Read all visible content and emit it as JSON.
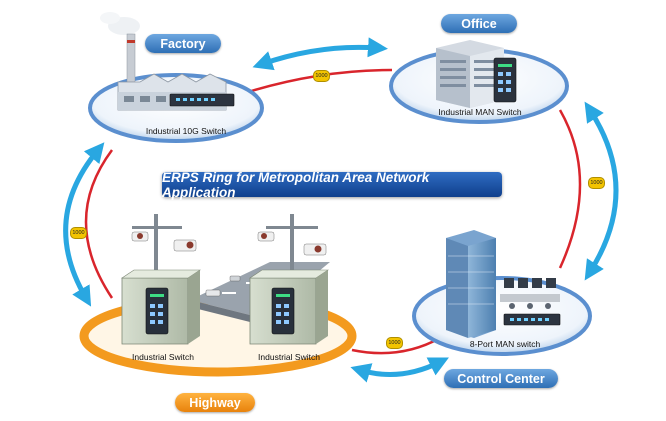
{
  "title": "ERPS Ring for Metropolitan Area Network Application",
  "sites": {
    "factory": {
      "name": "Factory",
      "device": "Industrial 10G Switch"
    },
    "office": {
      "name": "Office",
      "device": "Industrial MAN Switch"
    },
    "control_center": {
      "name": "Control Center",
      "device": "8-Port MAN switch"
    },
    "highway": {
      "name": "Highway",
      "device_left": "Industrial Switch",
      "device_right": "Industrial Switch"
    }
  },
  "links": {
    "factory_office": "1000",
    "office_control": "1000",
    "control_highway": "1000",
    "highway_factory": "1000"
  },
  "colors": {
    "ring_red": "#d9252c",
    "arrow_blue": "#29a7e1",
    "pill_blue": "#3b7dc4",
    "pill_orange": "#f39a1e",
    "banner_blue": "#1a4fa0",
    "speed_badge": "#f3c400"
  }
}
